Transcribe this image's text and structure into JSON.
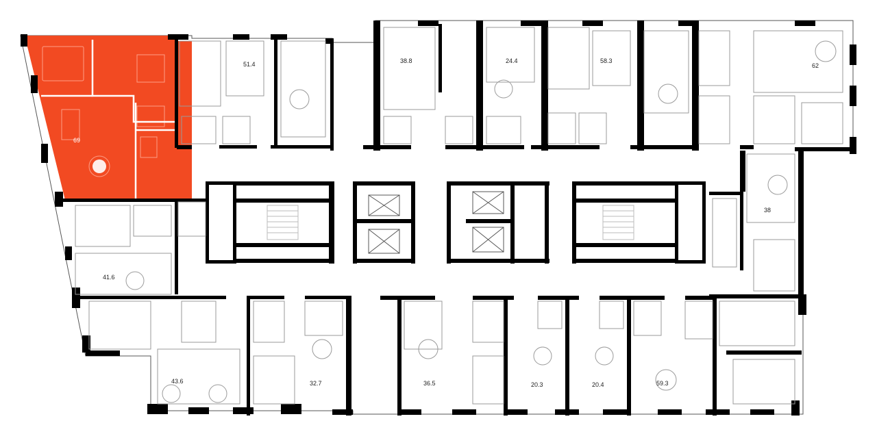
{
  "plan": {
    "highlight_color": "#f24a22",
    "wall_color": "#000000",
    "fixture_color": "#9a9a9a",
    "selected_apartment": {
      "area": "69"
    },
    "apartments": [
      {
        "id": "apt-69",
        "area": "69"
      },
      {
        "id": "apt-51-4",
        "area": "51.4"
      },
      {
        "id": "apt-38-8",
        "area": "38.8"
      },
      {
        "id": "apt-24-4",
        "area": "24.4"
      },
      {
        "id": "apt-58-3",
        "area": "58.3"
      },
      {
        "id": "apt-62",
        "area": "62"
      },
      {
        "id": "apt-38",
        "area": "38"
      },
      {
        "id": "apt-41-6",
        "area": "41.6"
      },
      {
        "id": "apt-43-6",
        "area": "43.6"
      },
      {
        "id": "apt-32-7",
        "area": "32.7"
      },
      {
        "id": "apt-36-5",
        "area": "36.5"
      },
      {
        "id": "apt-20-3",
        "area": "20.3"
      },
      {
        "id": "apt-20-4",
        "area": "20.4"
      },
      {
        "id": "apt-59-3",
        "area": "59.3"
      }
    ]
  }
}
